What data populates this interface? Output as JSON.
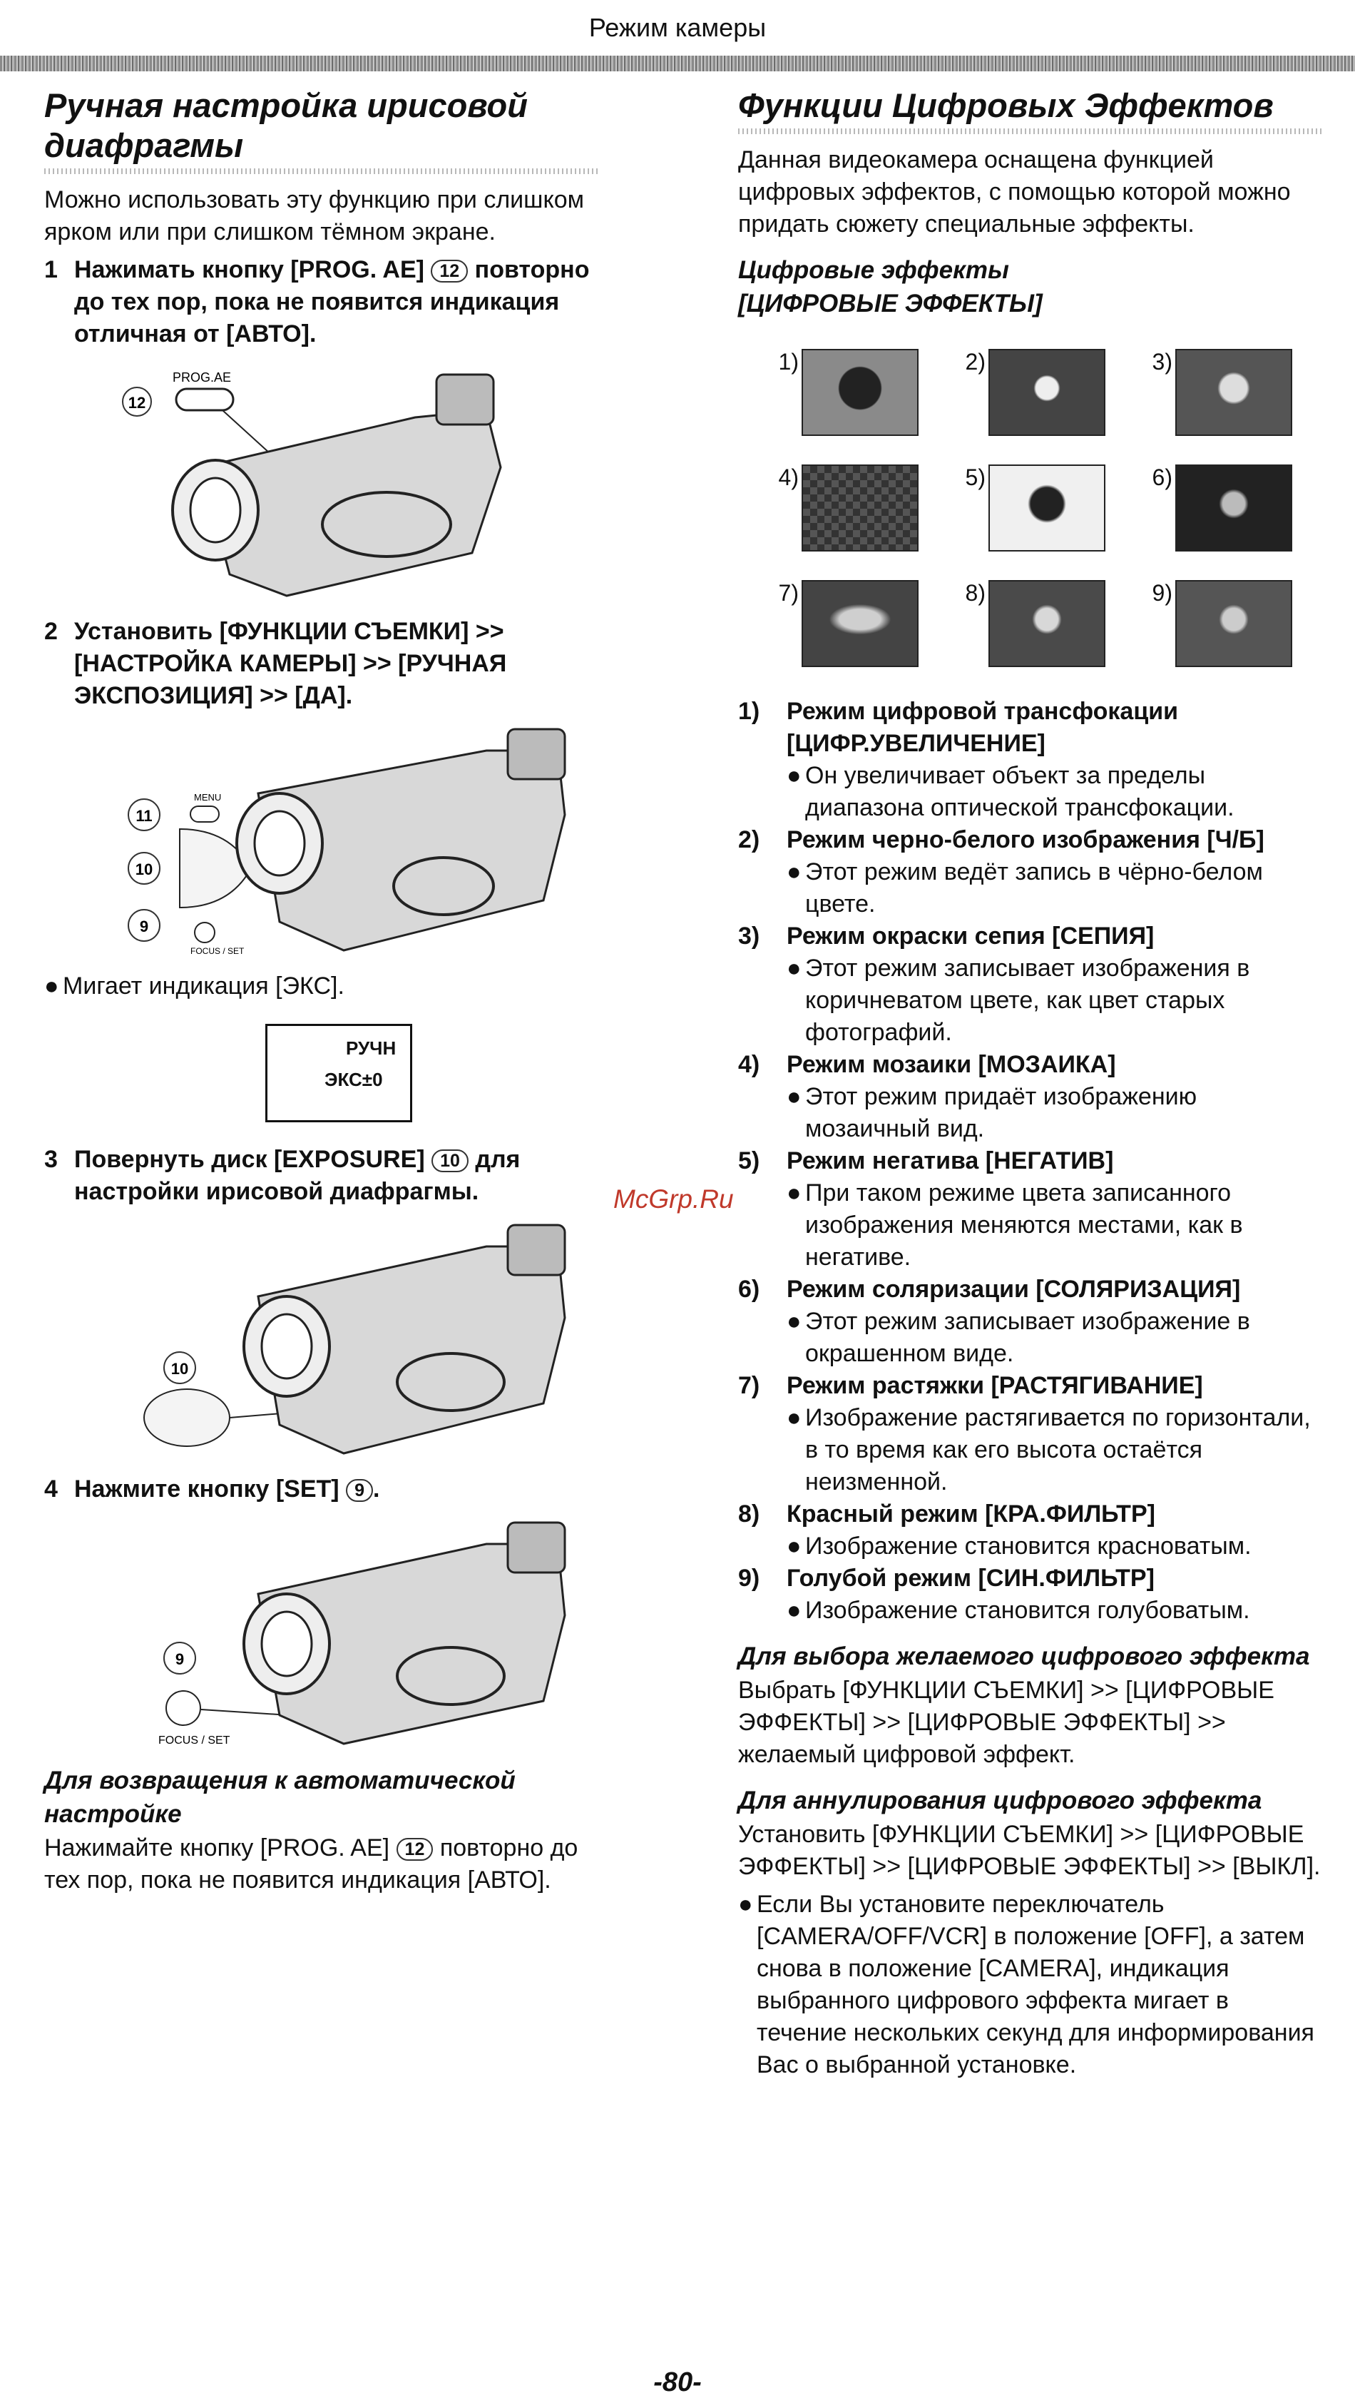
{
  "header": {
    "title": "Режим камеры"
  },
  "left": {
    "title": "Ручная настройка ирисовой диафрагмы",
    "intro": "Можно использовать эту функцию при слишком ярком или при слишком тёмном экране.",
    "step1": {
      "num": "1",
      "text_a": "Нажимать кнопку [PROG. AE]",
      "ref": "12",
      "text_b": "повторно до тех пор, пока не появится индикация отличная от [АВТО]."
    },
    "fig1": {
      "callout": "12",
      "label": "PROG.AE"
    },
    "step2": {
      "num": "2",
      "text": "Установить [ФУНКЦИИ СЪЕМКИ] >> [НАСТРОЙКА КАМЕРЫ] >> [РУЧНАЯ ЭКСПОЗИЦИЯ] >> [ДА]."
    },
    "fig2": {
      "callout_a": "11",
      "callout_b": "10",
      "callout_c": "9",
      "label_menu": "MENU",
      "label_focus": "FOCUS / SET"
    },
    "step2_bullet": "Мигает индикация [ЭКС].",
    "lcd": {
      "line1": "РУЧН",
      "line2": "ЭКС±0"
    },
    "step3": {
      "num": "3",
      "text_a": "Повернуть диск [EXPOSURE]",
      "ref": "10",
      "text_b": "для настройки ирисовой диафрагмы."
    },
    "fig3": {
      "callout": "10"
    },
    "step4": {
      "num": "4",
      "text": "Нажмите кнопку [SET]",
      "ref": "9"
    },
    "fig4": {
      "callout": "9",
      "label": "FOCUS / SET"
    },
    "auto_heading": "Для возвращения к автоматической настройке",
    "auto_text_a": "Нажимайте кнопку [PROG. AE]",
    "auto_ref": "12",
    "auto_text_b": "повторно до тех пор, пока не появится индикация [АВТО]."
  },
  "right": {
    "title": "Функции Цифровых Эффектов",
    "intro": "Данная видеокамера оснащена функцией цифровых эффектов, с помощью которой можно придать сюжету специальные эффекты.",
    "subtitle_a": "Цифровые эффекты",
    "subtitle_b": "[ЦИФРОВЫЕ ЭФФЕКТЫ]",
    "thumbs": [
      "1)",
      "2)",
      "3)",
      "4)",
      "5)",
      "6)",
      "7)",
      "8)",
      "9)"
    ],
    "effects": [
      {
        "n": "1)",
        "title": "Режим цифровой трансфокации [ЦИФР.УВЕЛИЧЕНИЕ]",
        "desc": "Он увеличивает объект за пределы диапазона оптической трансфокации."
      },
      {
        "n": "2)",
        "title": "Режим черно-белого изображения [Ч/Б]",
        "desc": "Этот режим ведёт запись в чёрно-белом цвете."
      },
      {
        "n": "3)",
        "title": "Режим окраски сепия [СЕПИЯ]",
        "desc": "Этот режим записывает изображения в коричневатом цвете, как цвет старых фотографий."
      },
      {
        "n": "4)",
        "title": "Режим мозаики [МОЗАИКА]",
        "desc": "Этот режим придаёт изображению мозаичный вид."
      },
      {
        "n": "5)",
        "title": "Режим негатива [НЕГАТИВ]",
        "desc": "При таком режиме цвета записанного изображения меняются местами, как в негативе."
      },
      {
        "n": "6)",
        "title": "Режим соляризации [СОЛЯРИЗАЦИЯ]",
        "desc": "Этот режим записывает изображение в окрашенном виде."
      },
      {
        "n": "7)",
        "title": "Режим растяжки [РАСТЯГИВАНИЕ]",
        "desc": "Изображение растягивается по горизонтали, в то время как его высота остаётся неизменной."
      },
      {
        "n": "8)",
        "title": "Красный режим [КРА.ФИЛЬТР]",
        "desc": "Изображение становится красноватым."
      },
      {
        "n": "9)",
        "title": "Голубой режим [СИН.ФИЛЬТР]",
        "desc": "Изображение становится голубоватым."
      }
    ],
    "select_heading": "Для выбора желаемого цифрового эффекта",
    "select_text": "Выбрать [ФУНКЦИИ СЪЕМКИ] >> [ЦИФРОВЫЕ ЭФФЕКТЫ] >> [ЦИФРОВЫЕ ЭФФЕКТЫ] >> желаемый цифровой эффект.",
    "cancel_heading": "Для аннулирования цифрового эффекта",
    "cancel_text": "Установить [ФУНКЦИИ СЪЕМКИ] >> [ЦИФРОВЫЕ ЭФФЕКТЫ] >> [ЦИФРОВЫЕ ЭФФЕКТЫ] >> [ВЫКЛ].",
    "cancel_bullet": "Если Вы установите переключатель [CAMERA/OFF/VCR] в положение [OFF], а затем снова в положение [CAMERA], индикация выбранного цифрового эффекта мигает в течение нескольких секунд для информирования Вас о выбранной установке."
  },
  "watermark": "McGrp.Ru",
  "page_number": "-80-"
}
